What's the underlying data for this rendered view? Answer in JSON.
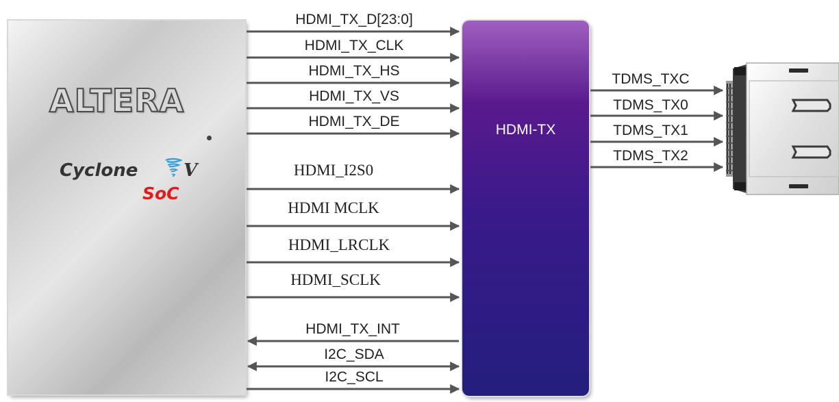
{
  "fpga": {
    "vendor_logo": "ALTERA.",
    "family_name": "Cyclone",
    "family_suffix": "V",
    "family_variant": "SoC"
  },
  "transmitter": {
    "label": "HDMI-TX"
  },
  "video_signals": [
    "HDMI_TX_D[23:0]",
    "HDMI_TX_CLK",
    "HDMI_TX_HS",
    "HDMI_TX_VS",
    "HDMI_TX_DE"
  ],
  "audio_signals": [
    "HDMI_I2S0",
    "HDMI MCLK",
    "HDMI_LRCLK",
    "HDMI_SCLK"
  ],
  "control_signals": [
    "HDMI_TX_INT",
    "I2C_SDA",
    "I2C_SCL"
  ],
  "tmds_signals": [
    "TDMS_TXC",
    "TDMS_TX0",
    "TDMS_TX1",
    "TDMS_TX2"
  ],
  "colors": {
    "wire": "#555555",
    "soc_red": "#e21b1b",
    "block_top": "#a060c0",
    "block_bottom": "#241e7e"
  }
}
